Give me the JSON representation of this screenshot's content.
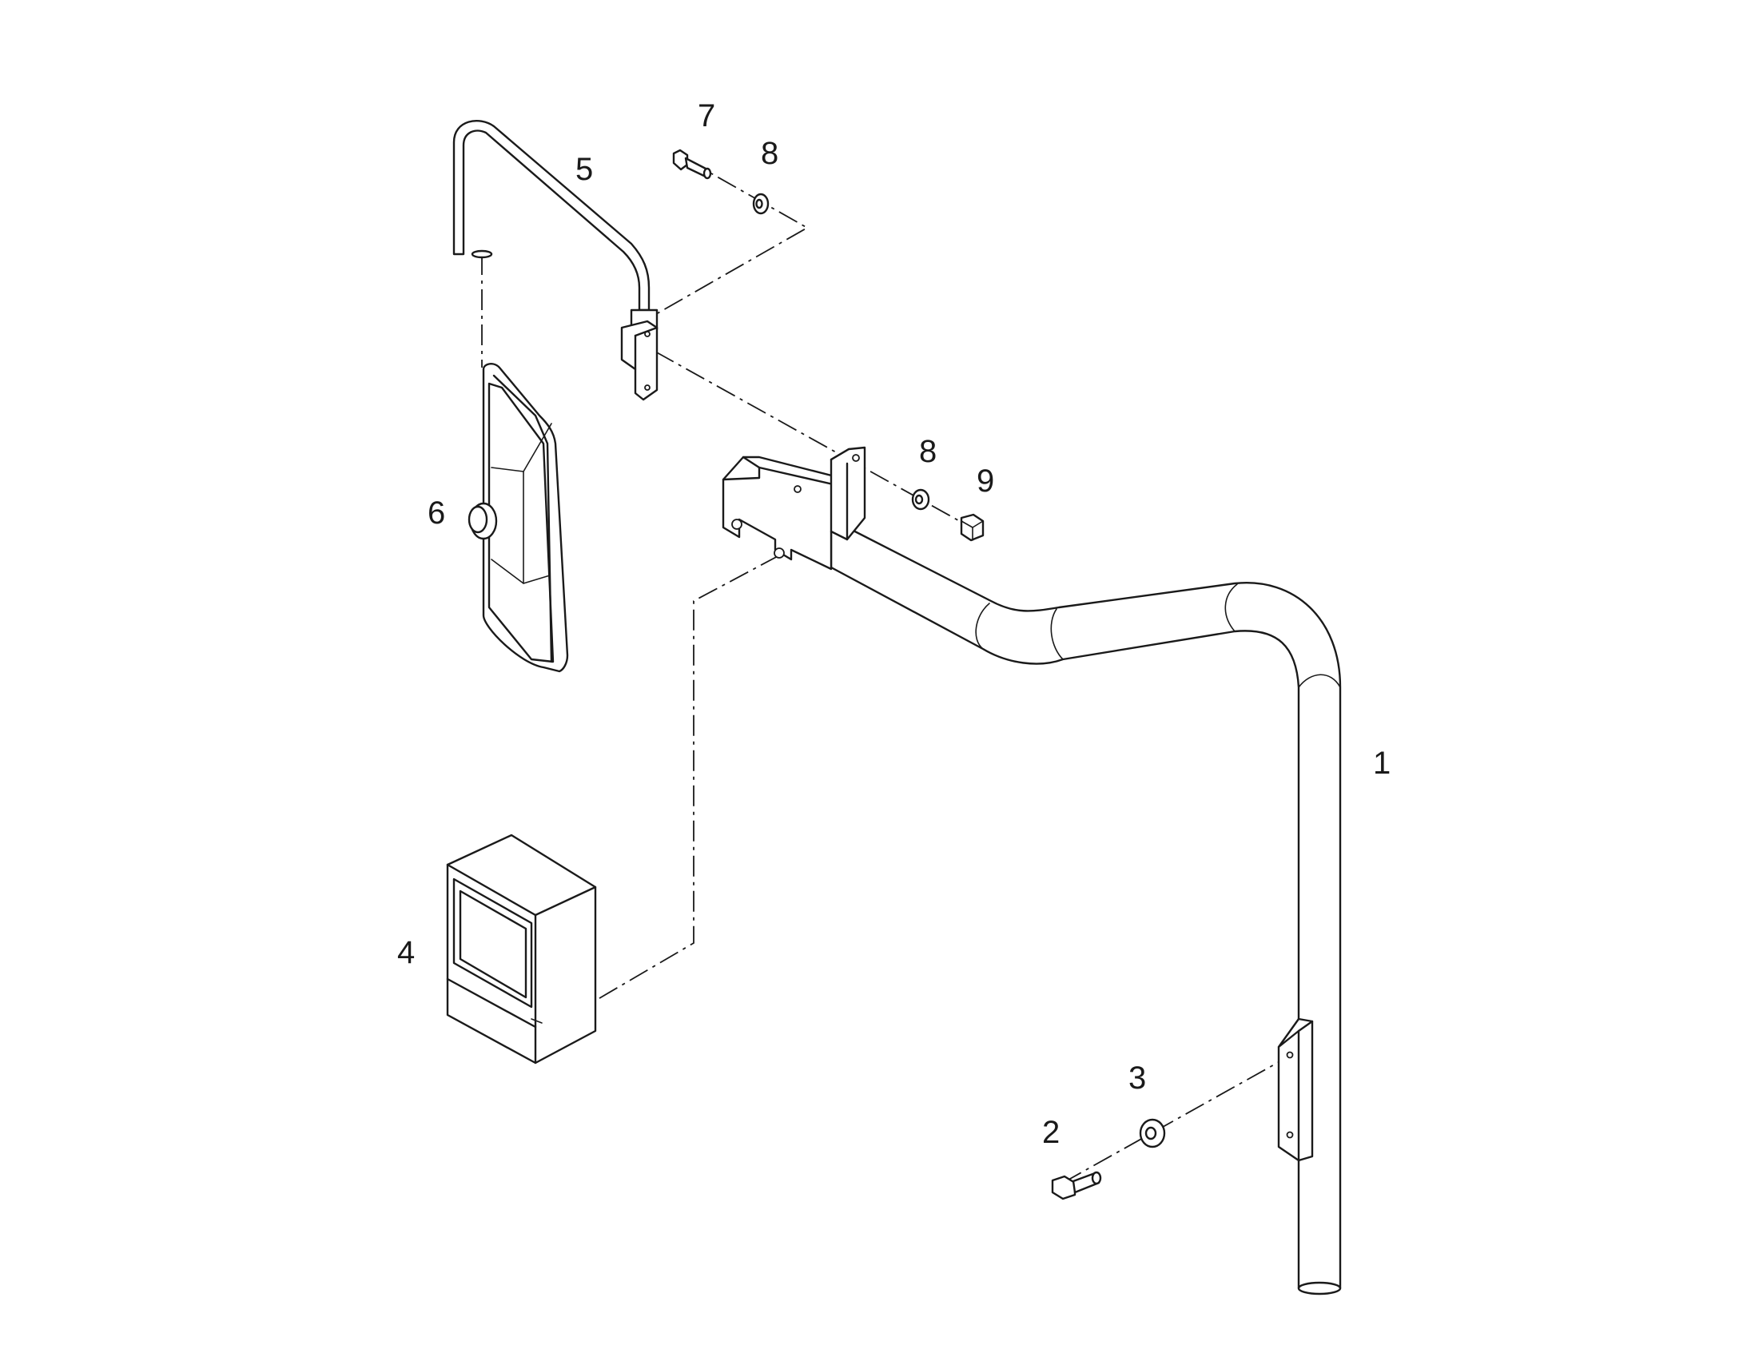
{
  "diagram": {
    "callouts": [
      {
        "id": "1",
        "text": "1"
      },
      {
        "id": "2",
        "text": "2"
      },
      {
        "id": "3",
        "text": "3"
      },
      {
        "id": "4",
        "text": "4"
      },
      {
        "id": "5",
        "text": "5"
      },
      {
        "id": "6",
        "text": "6"
      },
      {
        "id": "7",
        "text": "7"
      },
      {
        "id": "8a",
        "text": "8"
      },
      {
        "id": "8b",
        "text": "8"
      },
      {
        "id": "9",
        "text": "9"
      }
    ],
    "parts": [
      {
        "callout": "1",
        "icon": "bent-tube-mount-icon"
      },
      {
        "callout": "2",
        "icon": "hex-bolt-icon"
      },
      {
        "callout": "3",
        "icon": "washer-icon"
      },
      {
        "callout": "4",
        "icon": "box-mirror-icon"
      },
      {
        "callout": "5",
        "icon": "mirror-arm-icon"
      },
      {
        "callout": "6",
        "icon": "mirror-icon"
      },
      {
        "callout": "7",
        "icon": "hex-bolt-icon"
      },
      {
        "callout": "8",
        "icon": "washer-icon"
      },
      {
        "callout": "9",
        "icon": "hex-nut-icon"
      }
    ],
    "line_color": "#1a1a1a",
    "background": "#ffffff"
  }
}
